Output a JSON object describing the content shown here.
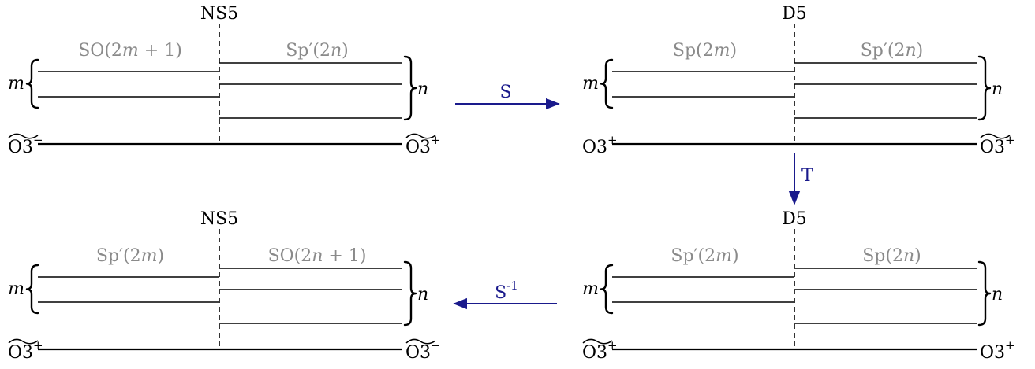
{
  "colors": {
    "arrow": "#1a1a8c",
    "gauge_label": "#8a8a8a",
    "line": "#000000"
  },
  "panels": [
    {
      "five_brane": "NS5",
      "left_gauge": {
        "name": "SO",
        "arg": "(2",
        "var": "m",
        "rest": " + 1)"
      },
      "right_gauge": {
        "name": "Sp′",
        "arg": "(2",
        "var": "n",
        "rest": ")"
      },
      "left_count": "m",
      "right_count": "n",
      "left_oplane": {
        "base": "O3",
        "sup": "−",
        "tilde": true
      },
      "right_oplane": {
        "base": "O3",
        "sup": "+",
        "tilde": true
      }
    },
    {
      "five_brane": "D5",
      "left_gauge": {
        "name": "Sp",
        "arg": "(2",
        "var": "m",
        "rest": ")"
      },
      "right_gauge": {
        "name": "Sp′",
        "arg": "(2",
        "var": "n",
        "rest": ")"
      },
      "left_count": "m",
      "right_count": "n",
      "left_oplane": {
        "base": "O3",
        "sup": "+",
        "tilde": false
      },
      "right_oplane": {
        "base": "O3",
        "sup": "+",
        "tilde": true
      }
    },
    {
      "five_brane": "NS5",
      "left_gauge": {
        "name": "Sp′",
        "arg": "(2",
        "var": "m",
        "rest": ")"
      },
      "right_gauge": {
        "name": "SO",
        "arg": "(2",
        "var": "n",
        "rest": " + 1)"
      },
      "left_count": "m",
      "right_count": "n",
      "left_oplane": {
        "base": "O3",
        "sup": "+",
        "tilde": true
      },
      "right_oplane": {
        "base": "O3",
        "sup": "−",
        "tilde": true
      }
    },
    {
      "five_brane": "D5",
      "left_gauge": {
        "name": "Sp′",
        "arg": "(2",
        "var": "m",
        "rest": ")"
      },
      "right_gauge": {
        "name": "Sp",
        "arg": "(2",
        "var": "n",
        "rest": ")"
      },
      "left_count": "m",
      "right_count": "n",
      "left_oplane": {
        "base": "O3",
        "sup": "+",
        "tilde": true
      },
      "right_oplane": {
        "base": "O3",
        "sup": "+",
        "tilde": false
      }
    }
  ],
  "arrows": [
    {
      "label": "S",
      "sup": ""
    },
    {
      "label": "T",
      "sup": ""
    },
    {
      "label": "S",
      "sup": "-1"
    }
  ]
}
